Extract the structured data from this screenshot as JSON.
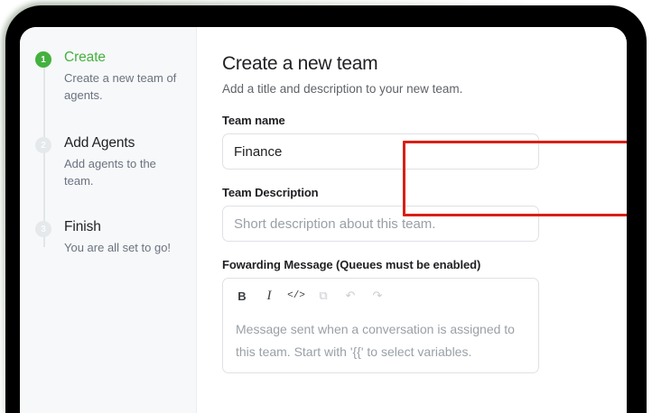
{
  "sidebar": {
    "steps": [
      {
        "number": "1",
        "title": "Create",
        "desc": "Create a new team of agents.",
        "state": "active"
      },
      {
        "number": "2",
        "title": "Add Agents",
        "desc": "Add agents to the team.",
        "state": "idle"
      },
      {
        "number": "3",
        "title": "Finish",
        "desc": "You are all set to go!",
        "state": "idle"
      }
    ]
  },
  "main": {
    "title": "Create a new team",
    "subtitle": "Add a title and description to your new team.",
    "team_name": {
      "label": "Team name",
      "value": "Finance"
    },
    "team_description": {
      "label": "Team Description",
      "placeholder": "Short description about this team."
    },
    "forwarding_message": {
      "label": "Fowarding Message (Queues must be enabled)",
      "placeholder": "Message sent when a conversation is assigned to this team. Start with '{{' to select variables.",
      "toolbar": [
        {
          "name": "bold-icon",
          "glyph": "B",
          "style": "bold",
          "enabled": true
        },
        {
          "name": "italic-icon",
          "glyph": "I",
          "style": "italic",
          "enabled": true
        },
        {
          "name": "code-icon",
          "glyph": "</>",
          "style": "code",
          "enabled": true
        },
        {
          "name": "link-icon",
          "glyph": "⧉",
          "style": "link",
          "enabled": false
        },
        {
          "name": "undo-icon",
          "glyph": "↶",
          "style": "undo",
          "enabled": false
        },
        {
          "name": "redo-icon",
          "glyph": "↷",
          "style": "redo",
          "enabled": false
        }
      ]
    }
  },
  "colors": {
    "accent_green": "#44b13f",
    "annotation_red": "#d91f16",
    "sidebar_bg": "#f7f8f9",
    "text_primary": "#202124",
    "text_muted": "#6b7280"
  }
}
